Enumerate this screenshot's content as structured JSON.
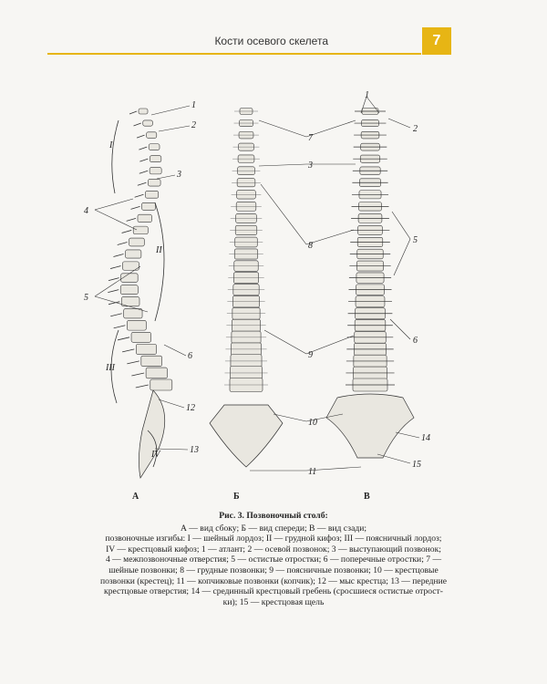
{
  "header": {
    "title": "Кости осевого скелета",
    "page_number": "7"
  },
  "figure": {
    "panels": [
      "А",
      "Б",
      "В"
    ],
    "numbers": {
      "n1": "1",
      "n2": "2",
      "n3": "3",
      "n4": "4",
      "n5": "5",
      "n6": "6",
      "n7": "7",
      "n8": "8",
      "n9": "9",
      "n10": "10",
      "n11": "11",
      "n12": "12",
      "n13": "13",
      "n14": "14",
      "n15": "15"
    },
    "curves": [
      "I",
      "II",
      "III",
      "IV"
    ]
  },
  "caption": {
    "title": "Рис. 3. Позвоночный столб:",
    "lines": [
      "А — вид сбоку; Б — вид спереди; В — вид сзади;",
      "позвоночные изгибы: I — шейный лордоз; II — грудной кифоз; III — поясничный лордоз;",
      "IV — крестцовый кифоз; 1 — атлант; 2 — осевой позвонок; 3 — выступающий позвонок;",
      "4 — межпозвоночные отверстия; 5 — остистые отростки; 6 — поперечные отростки; 7 —",
      "шейные позвонки; 8 — грудные позвонки; 9 — поясничные позвонки; 10 — крестцовые",
      "позвонки (крестец); 11 — копчиковые позвонки (копчик); 12 — мыс крестца; 13 — передние",
      "крестцовые отверстия; 14 — срединный крестцовый гребень (сросшиеся остистые отрост-",
      "ки); 15 — крестцовая щель"
    ]
  }
}
